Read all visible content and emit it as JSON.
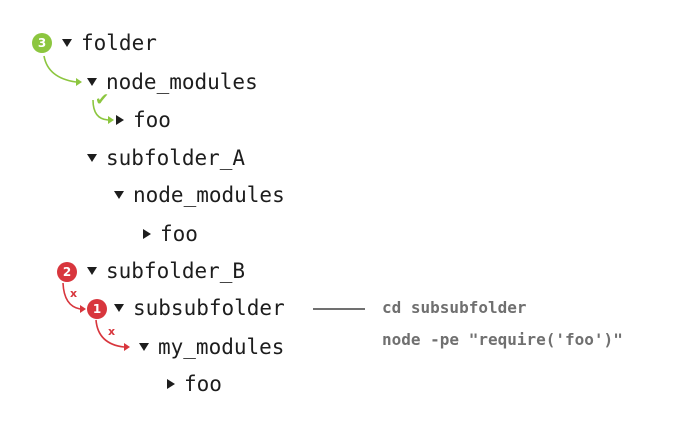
{
  "tree": {
    "folder": "folder",
    "node_modules_1": "node_modules",
    "foo_1": "foo",
    "subfolder_a": "subfolder_A",
    "node_modules_2": "node_modules",
    "foo_2": "foo",
    "subfolder_b": "subfolder_B",
    "subsubfolder": "subsubfolder",
    "my_modules": "my_modules",
    "foo_3": "foo"
  },
  "steps": {
    "step_1": "1",
    "step_2": "2",
    "step_3": "3"
  },
  "marks": {
    "cross": "x",
    "check": "✔"
  },
  "commands": {
    "line_1": "cd subsubfolder",
    "line_2": "node -pe \"require('foo')\""
  },
  "colors": {
    "success": "#8cc63f",
    "failure": "#d8363d",
    "text": "#1d1d1d",
    "command_text": "#707070"
  }
}
